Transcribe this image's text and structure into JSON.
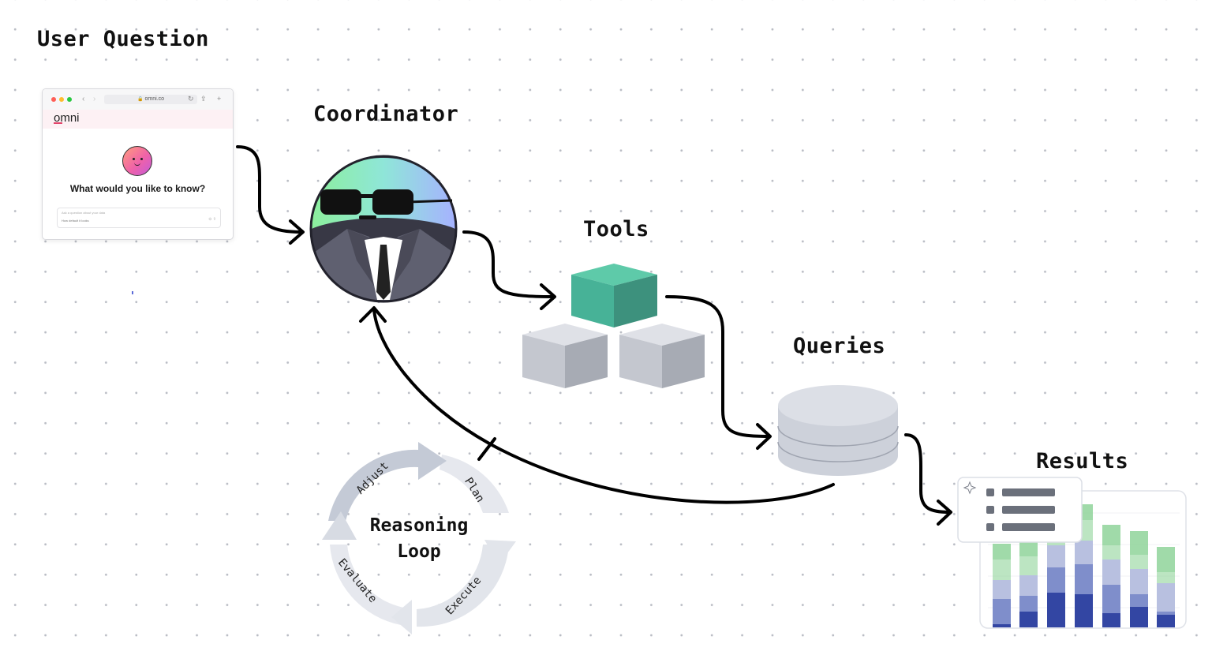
{
  "labels": {
    "user_question": "User Question",
    "coordinator": "Coordinator",
    "tools": "Tools",
    "queries": "Queries",
    "results": "Results"
  },
  "browser": {
    "url": "omni.co",
    "logo": "omni",
    "question": "What would you like to know?",
    "placeholder": "Ask a question about your data",
    "model_context": "How default it looks"
  },
  "reasoning_loop": {
    "title_line1": "Reasoning",
    "title_line2": "Loop",
    "steps": [
      "Plan",
      "Execute",
      "Evaluate",
      "Adjust"
    ]
  },
  "colors": {
    "tool_active": "#47b297",
    "tool_inactive": "#c9ccd4",
    "cylinder": "#ced2db",
    "bar_green": "#8fd49a",
    "bar_blue_light": "#b8c0e0",
    "bar_blue_mid": "#7f8ecb",
    "bar_blue_dark": "#3346a3"
  }
}
